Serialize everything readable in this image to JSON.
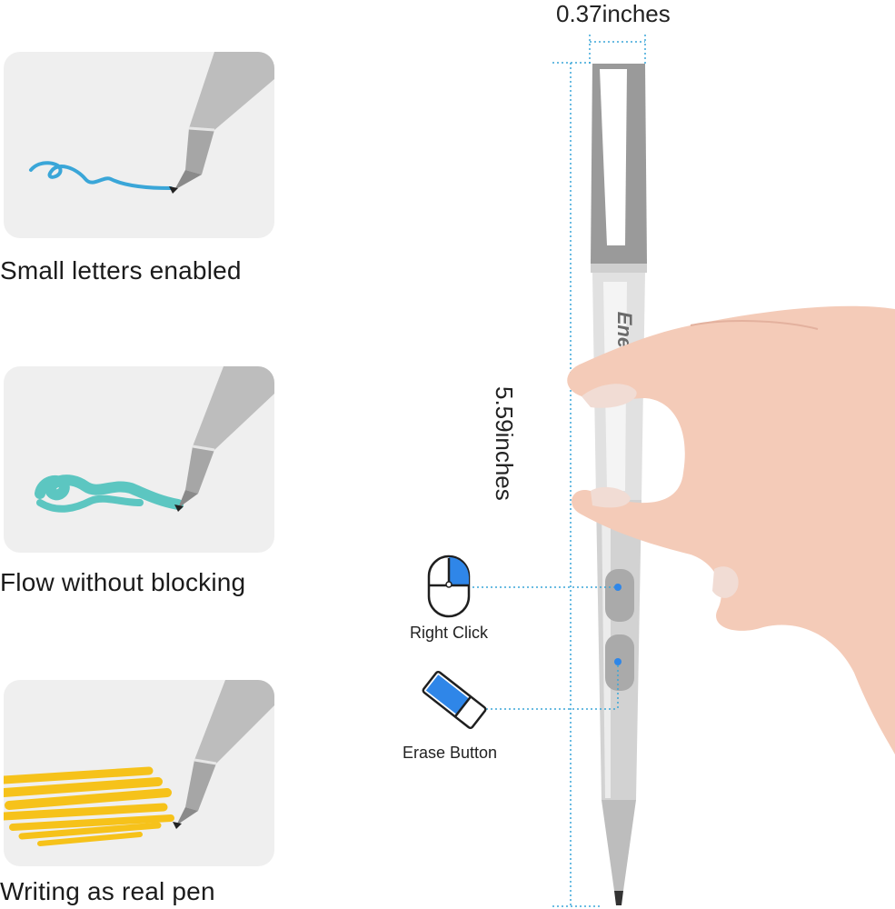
{
  "features": [
    {
      "caption": "Small letters enabled",
      "stroke_color": "#3aa6d8"
    },
    {
      "caption": "Flow without blocking",
      "stroke_color": "#5cc6c1"
    },
    {
      "caption": "Writing as real pen",
      "stroke_color": "#f6c21a"
    }
  ],
  "dimensions": {
    "width_label": "0.37inches",
    "length_label": "5.59inches"
  },
  "buttons": {
    "right_click_label": "Right Click",
    "erase_label": "Erase Button",
    "indicator_color": "#2f86e8"
  },
  "brand": {
    "logo_text": "Energy"
  },
  "icons": {
    "mouse": "mouse-icon",
    "eraser": "eraser-icon",
    "pen": "stylus-pen-icon",
    "hand": "hand-holding-pen-icon"
  }
}
